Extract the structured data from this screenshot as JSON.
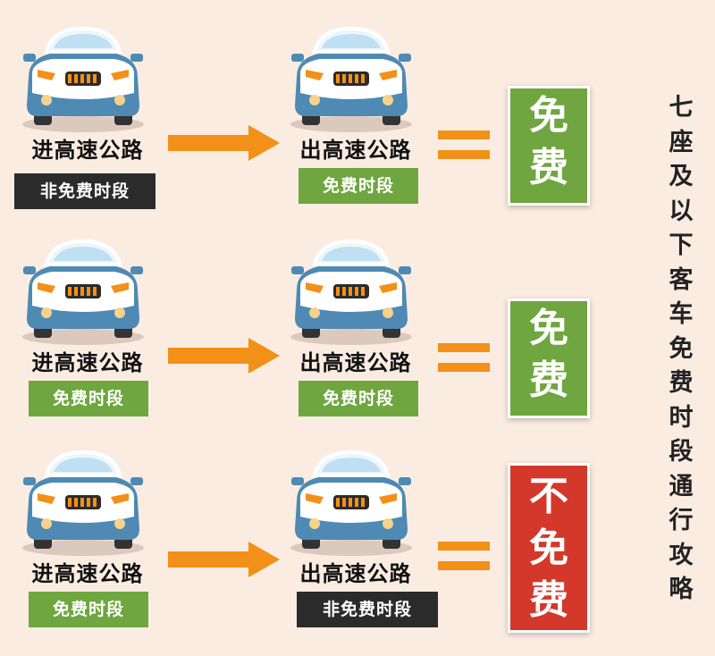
{
  "entry_label": "进高速公路",
  "exit_label": "出高速公路",
  "tag_free": "免费时段",
  "tag_nonfree": "非免费时段",
  "rows": [
    {
      "entry_tag": "非免费时段",
      "exit_tag": "免费时段",
      "result": [
        "免",
        "费"
      ],
      "result_color": "#6fa63f"
    },
    {
      "entry_tag": "免费时段",
      "exit_tag": "免费时段",
      "result": [
        "免",
        "费"
      ],
      "result_color": "#6fa63f"
    },
    {
      "entry_tag": "免费时段",
      "exit_tag": "非免费时段",
      "result": [
        "不",
        "免",
        "费"
      ],
      "result_color": "#d3382b"
    }
  ],
  "side_title": [
    "七",
    "座",
    "及",
    "以",
    "下",
    "客",
    "车",
    "免",
    "费",
    "时",
    "段",
    "通",
    "行",
    "攻",
    "略"
  ],
  "colors": {
    "background": "#fbece2",
    "green": "#6fa63f",
    "dark": "#2b2b2b",
    "red": "#d3382b",
    "orange": "#f29018",
    "car_blue": "#4e8ab4"
  },
  "icons": [
    "car-icon",
    "arrow-right-icon",
    "equals-icon"
  ]
}
